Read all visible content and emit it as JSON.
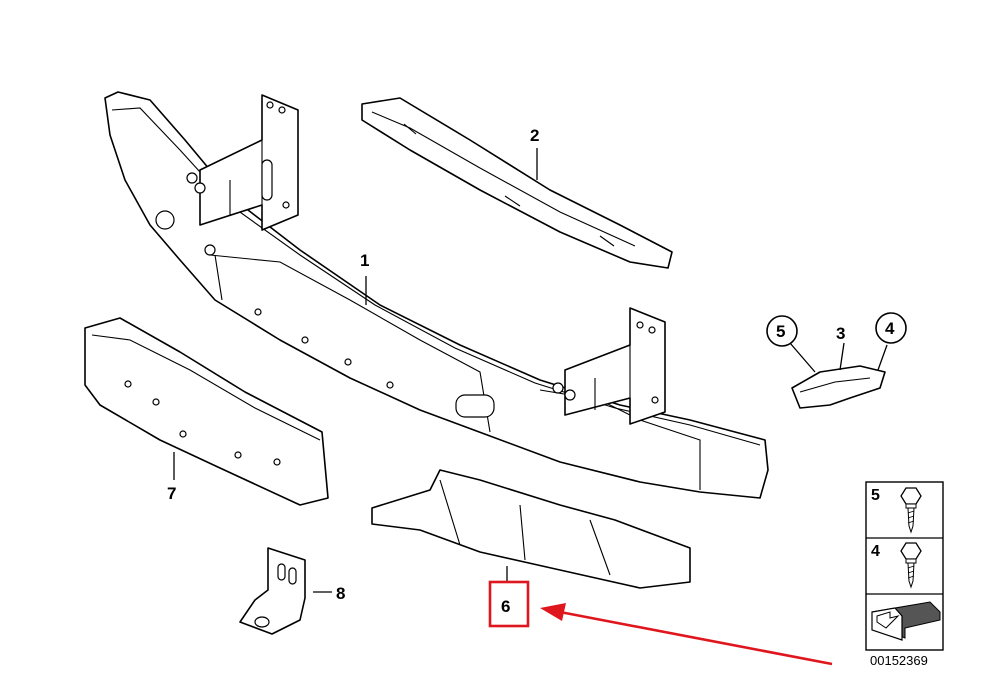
{
  "callouts": [
    {
      "id": "1",
      "label": "1"
    },
    {
      "id": "2",
      "label": "2"
    },
    {
      "id": "3",
      "label": "3"
    },
    {
      "id": "4",
      "label": "4"
    },
    {
      "id": "5",
      "label": "5"
    },
    {
      "id": "6",
      "label": "6"
    },
    {
      "id": "7",
      "label": "7"
    },
    {
      "id": "8",
      "label": "8"
    }
  ],
  "legend": {
    "items": [
      {
        "label": "5",
        "icon": "hex-bolt-icon"
      },
      {
        "label": "4",
        "icon": "hex-bolt-icon"
      }
    ],
    "footer_icon": "page-turn-arrow-icon"
  },
  "diagram_id": "00152369",
  "highlight": {
    "target": "6",
    "color": "#e0161e"
  }
}
